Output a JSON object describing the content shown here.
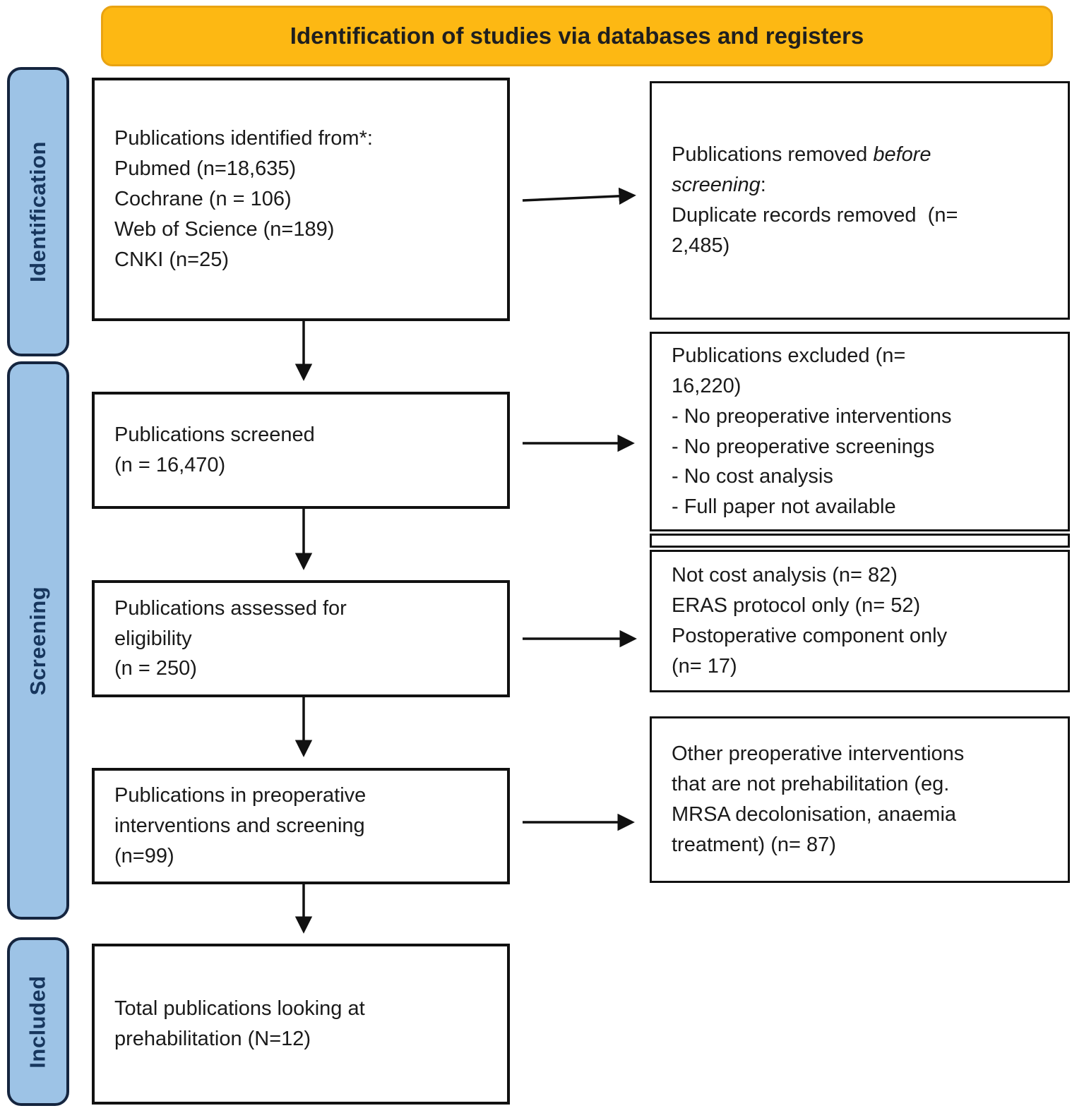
{
  "banner": {
    "title": "Identification of studies via databases and registers"
  },
  "colors": {
    "banner_bg": "#FDB813",
    "stage_bg": "#9DC3E6",
    "stage_text": "#17365D",
    "box_border": "#111111"
  },
  "sidebar": {
    "stages": [
      {
        "label": "Identification"
      },
      {
        "label": "Screening"
      },
      {
        "label": "Included"
      }
    ]
  },
  "flow": {
    "left_boxes": [
      {
        "name": "publications-identified",
        "lines": [
          "Publications identified from*:",
          "Pubmed (n=18,635)",
          "Cochrane (n = 106)",
          "Web of Science (n=189)",
          "CNKI (n=25)"
        ]
      },
      {
        "name": "publications-screened",
        "lines": [
          "Publications screened",
          "(n = 16,470)"
        ]
      },
      {
        "name": "publications-assessed",
        "lines": [
          "Publications assessed for",
          "eligibility",
          "(n = 250)"
        ]
      },
      {
        "name": "publications-preoperative",
        "lines": [
          "Publications in preoperative",
          "interventions and screening",
          "(n=99)"
        ]
      },
      {
        "name": "total-publications",
        "lines": [
          "Total publications looking at",
          "prehabilitation (N=12)"
        ]
      }
    ],
    "right_boxes": [
      {
        "name": "publications-removed",
        "lines": [
          [
            {
              "t": "Publications removed "
            },
            {
              "t": "before",
              "i": true
            }
          ],
          [
            {
              "t": "screening",
              "i": true
            },
            {
              "t": ":"
            }
          ],
          "Duplicate records removed  (n=",
          "2,485)"
        ]
      },
      {
        "name": "publications-excluded",
        "lines": [
          "Publications excluded (n=",
          "16,220)",
          "- No preoperative interventions",
          "- No preoperative screenings",
          "- No cost analysis",
          "- Full paper not available"
        ]
      },
      {
        "name": "exclusion-reasons",
        "lines": [
          "Not cost analysis (n= 82)",
          "ERAS protocol only (n= 52)",
          "Postoperative component only",
          "(n= 17)"
        ]
      },
      {
        "name": "other-preoperative",
        "lines": [
          "Other preoperative interventions",
          "that are not prehabilitation (eg.",
          "MRSA decolonisation, anaemia",
          "treatment) (n= 87)"
        ]
      }
    ]
  }
}
